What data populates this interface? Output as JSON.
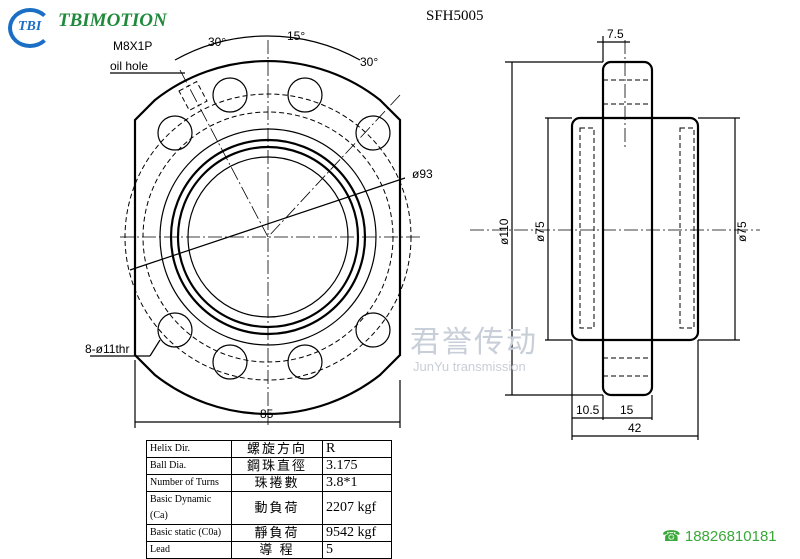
{
  "brand": {
    "mark": "TBI",
    "name": "TBIMOTION"
  },
  "title": "SFH5005",
  "front_view": {
    "oil_hole_size": "M8X1P",
    "oil_hole_label": "oil hole",
    "angle_1": "30°",
    "angle_2": "15°",
    "angle_3": "30°",
    "bolt_circle": "ø93",
    "holes": "8-ø11thr",
    "width": "85"
  },
  "side_view": {
    "flange_offset": "7.5",
    "flange_dia": "ø110",
    "body_dia_left": "ø75",
    "body_dia_right": "ø75",
    "dim_a": "10.5",
    "dim_b": "15",
    "length": "42"
  },
  "spec_table": [
    {
      "en": "Helix  Dir.",
      "zh": "螺旋方向",
      "value": "R"
    },
    {
      "en": "Ball Dia.",
      "zh": "鋼珠直徑",
      "value": "3.175"
    },
    {
      "en": "Number of Turns",
      "zh": "珠捲數",
      "value": "3.8*1"
    },
    {
      "en": "Basic Dynamic (Ca)",
      "zh": "動負荷",
      "value": "2207 kgf"
    },
    {
      "en": "Basic static (C0a)",
      "zh": "靜負荷",
      "value": "9542 kgf"
    },
    {
      "en": "Lead",
      "zh": "導  程",
      "value": "5"
    }
  ],
  "watermark": {
    "zh": "君誉传动",
    "en": "JunYu transmission"
  },
  "phone": "18826810181"
}
